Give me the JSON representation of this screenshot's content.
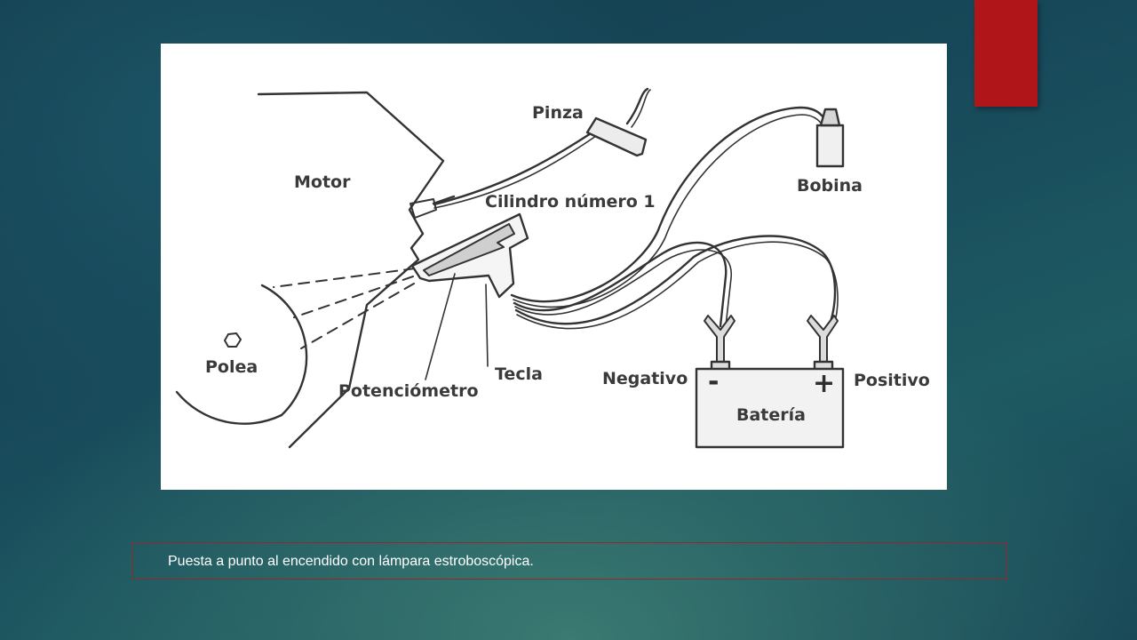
{
  "slide": {
    "accent_color": "#b0151a",
    "caption": "Puesta a punto al encendido con lámpara estroboscópica."
  },
  "diagram": {
    "labels": {
      "motor": "Motor",
      "pinza": "Pinza",
      "cilindro": "Cilindro número 1",
      "bobina": "Bobina",
      "polea": "Polea",
      "potenciometro": "Potenciómetro",
      "tecla": "Tecla",
      "negativo": "Negativo",
      "positivo": "Positivo",
      "bateria": "Batería",
      "minus_sign": "-",
      "plus_sign": "+"
    }
  }
}
